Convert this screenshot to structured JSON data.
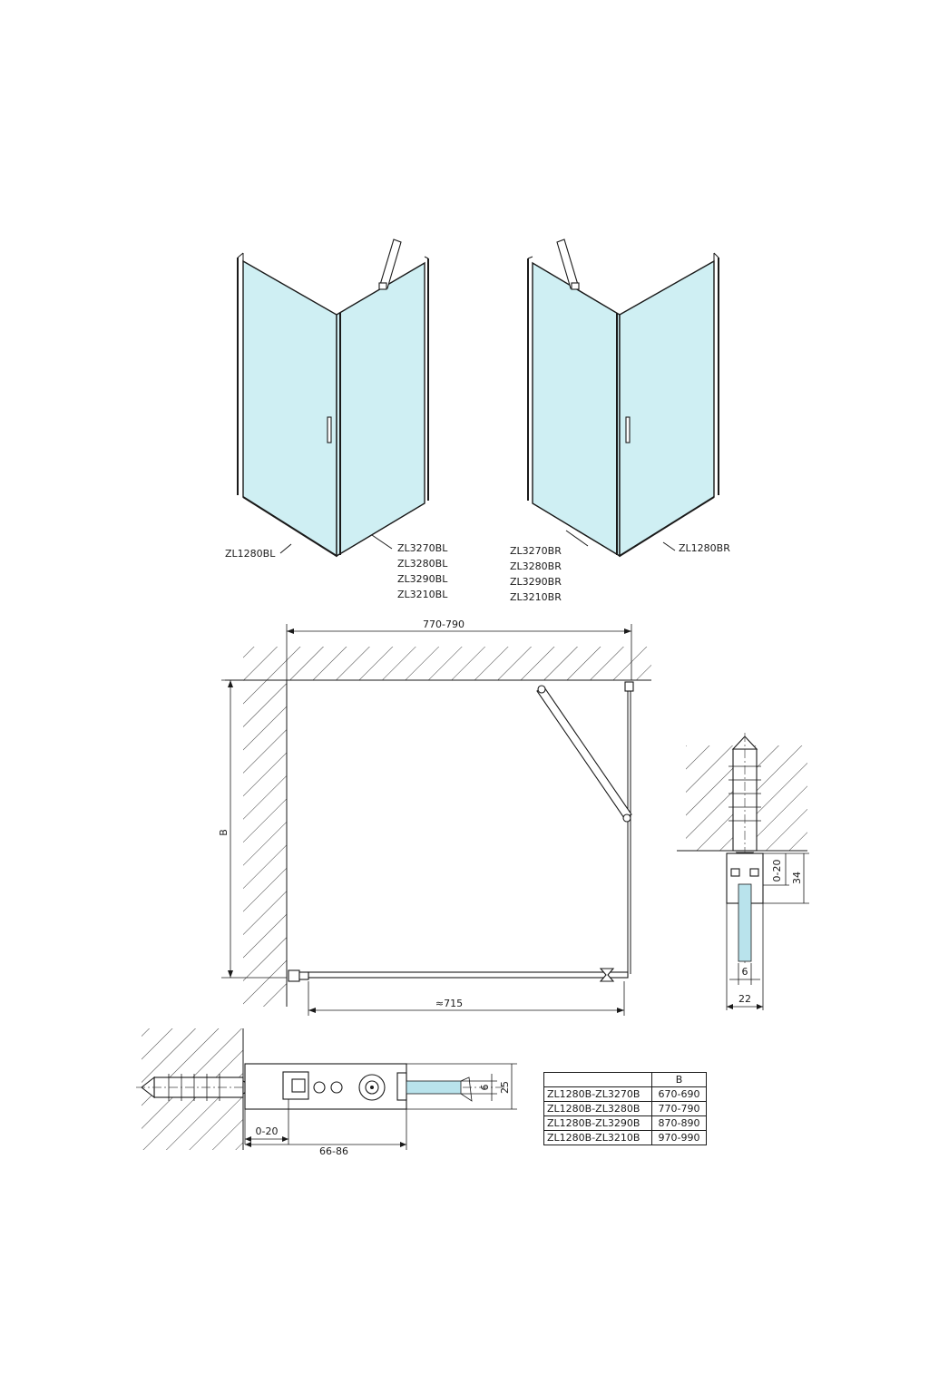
{
  "top_views": {
    "left": {
      "fixed_panel_label": "ZL1280BL",
      "door_labels": [
        "ZL3270BL",
        "ZL3280BL",
        "ZL3290BL",
        "ZL3210BL"
      ]
    },
    "right": {
      "door_labels": [
        "ZL3270BR",
        "ZL3280BR",
        "ZL3290BR",
        "ZL3210BR"
      ],
      "fixed_panel_label": "ZL1280BR"
    }
  },
  "plan_view": {
    "width_dim": "770-790",
    "depth_dim": "B",
    "panel_dim": "≈715"
  },
  "side_detail": {
    "adjust_dim": "0-20",
    "profile_dim": "34",
    "glass_dim": "6",
    "width_dim": "22"
  },
  "bottom_detail": {
    "adjust_dim": "0-20",
    "total_dim": "66-86",
    "glass_dim": "6",
    "height_dim": "25"
  },
  "size_table": {
    "header": [
      "",
      "B"
    ],
    "rows": [
      [
        "ZL1280B-ZL3270B",
        "670-690"
      ],
      [
        "ZL1280B-ZL3280B",
        "770-790"
      ],
      [
        "ZL1280B-ZL3290B",
        "870-890"
      ],
      [
        "ZL1280B-ZL3210B",
        "970-990"
      ]
    ]
  }
}
